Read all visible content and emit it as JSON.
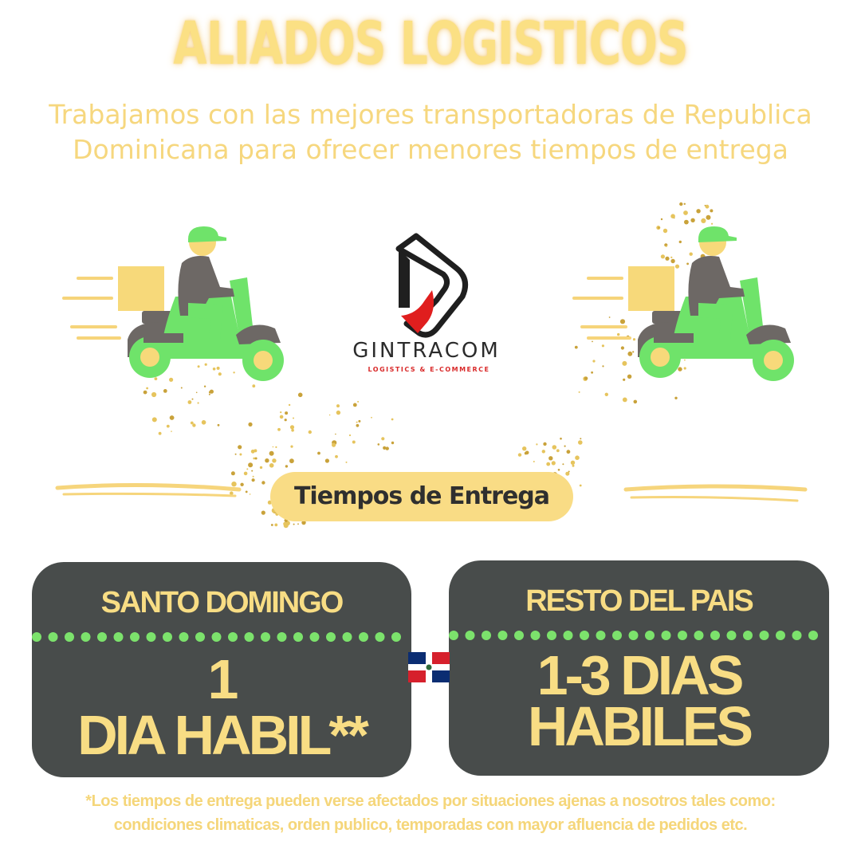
{
  "header": {
    "title": "ALIADOS LOGISTICOS",
    "subtitle_line1": "Trabajamos con las mejores transportadoras de Republica",
    "subtitle_line2": "Dominicana para ofrecer menores tiempos de entrega"
  },
  "logo": {
    "name": "GINTRACOM",
    "tagline": "LOGISTICS & E-COMMERCE"
  },
  "illustrations": {
    "left": "delivery-scooter-icon",
    "right": "delivery-scooter-icon"
  },
  "delivery": {
    "heading": "Tiempos de Entrega",
    "panels": [
      {
        "region": "SANTO DOMINGO",
        "time_line1": "1",
        "time_line2": "DIA HABIL**"
      },
      {
        "region": "RESTO DEL PAIS",
        "time_line1": "1-3 DIAS",
        "time_line2": "HABILES"
      }
    ],
    "flag_icon": "dominican-republic-flag-icon"
  },
  "footnote": {
    "line1": "*Los tiempos de entrega pueden verse afectados por situaciones ajenas a nosotros tales como:",
    "line2": "condiciones climaticas, orden publico, temporadas con mayor afluencia de pedidos etc."
  },
  "colors": {
    "accent_yellow": "#f9dc85",
    "panel_gray": "#484c4b",
    "dot_green": "#7ce26c",
    "logo_red": "#e01e1e"
  }
}
